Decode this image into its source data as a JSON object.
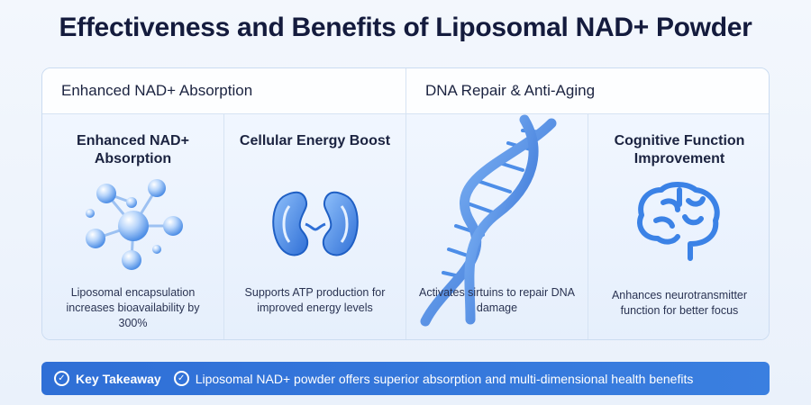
{
  "title": "Effectiveness and Benefits of Liposomal NAD+ Powder",
  "sections": [
    {
      "heading": "Enhanced NAD+ Absorption"
    },
    {
      "heading": "DNA Repair & Anti-Aging"
    }
  ],
  "cards": [
    {
      "title": "Enhanced NAD+ Absorption",
      "icon": "molecule-icon",
      "description": "Liposomal encapsulation increases bioavailability by 300%"
    },
    {
      "title": "Cellular Energy Boost",
      "icon": "kidney-icon",
      "description": "Supports ATP production for improved energy levels"
    },
    {
      "title": "",
      "icon": "dna-helix-icon",
      "description": "Activates sirtuins to repair DNA damage"
    },
    {
      "title": "Cognitive Function Improvement",
      "icon": "brain-icon",
      "description": "Anhances neurotransmitter function for better focus"
    }
  ],
  "takeaway": {
    "label": "Key Takeaway",
    "text": "Liposomal NAD+ powder offers superior absorption and multi-dimensional health benefits"
  },
  "colors": {
    "accent": "#2f6fd6",
    "icon": "#3b82e6",
    "title": "#141b3d"
  }
}
